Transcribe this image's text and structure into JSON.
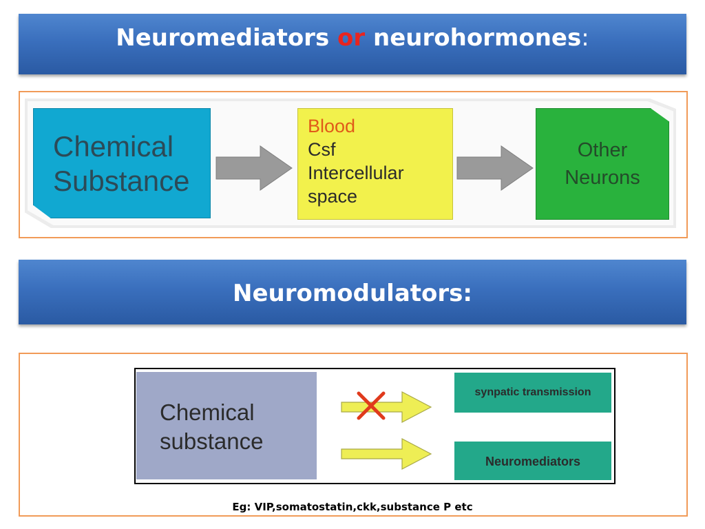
{
  "section1": {
    "title_part1": "Neuromediators",
    "title_or": "or",
    "title_part2": "neurohormones",
    "title_colon": ":",
    "source_lines": [
      "Chemical",
      "Substance"
    ],
    "medium_lines": [
      "Blood",
      "Csf",
      "Intercellular",
      "space"
    ],
    "target_lines": [
      "Other",
      "Neurons"
    ]
  },
  "section2": {
    "title": "Neuromodulators:",
    "source_lines": [
      "Chemical",
      "substance"
    ],
    "effect_blocked": "synpatic transmission",
    "effect_enabled": "Neuromediators",
    "blocked_icon": "red-x-icon",
    "footnote": "Eg: VIP,somatostatin,ckk,substance P etc"
  },
  "colors": {
    "banner": "#3a6fbd",
    "or_word": "#e8241f",
    "frame_border": "#f19a57",
    "chemical_box": "#11a8d1",
    "medium_box": "#f2f14c",
    "neurons_box": "#29b23d",
    "modulator_box": "#9fa8c8",
    "effect_box": "#23a88a",
    "arrow_grey": "#9a9a9a",
    "arrow_yellow": "#eeee55",
    "cross": "#e03a1c"
  }
}
